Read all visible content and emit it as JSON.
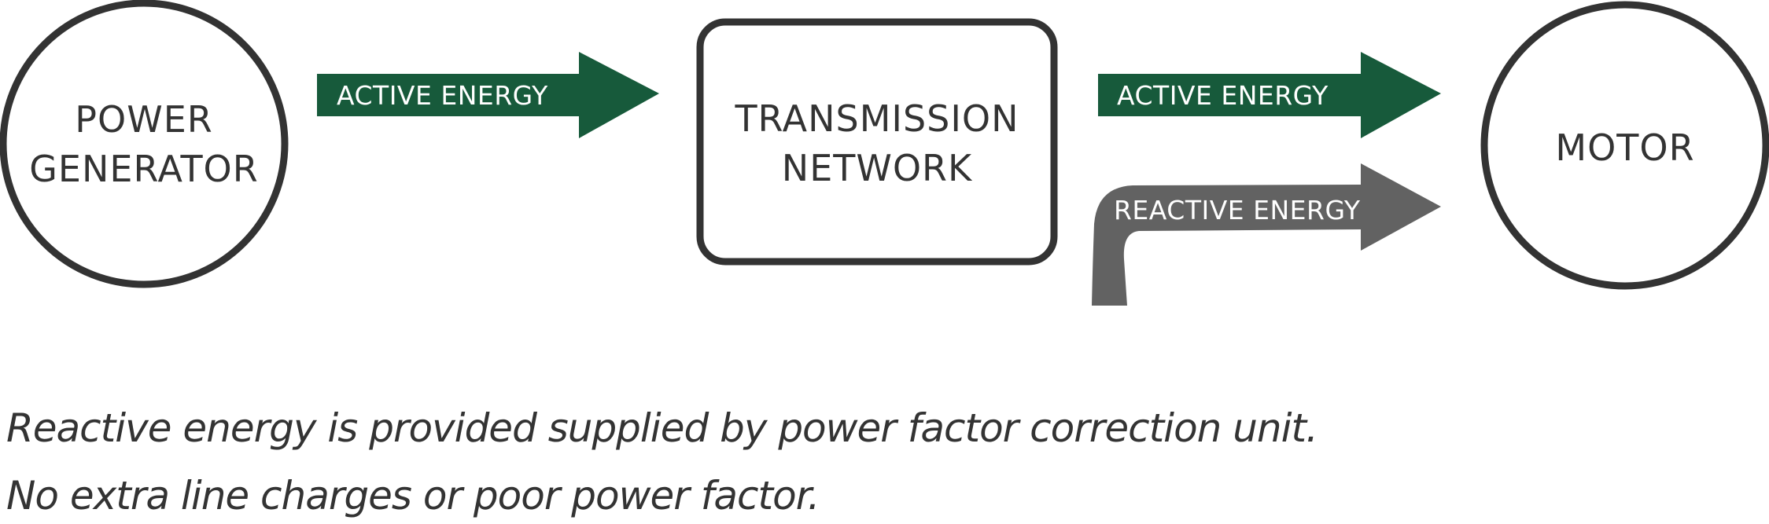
{
  "nodes": {
    "generator": {
      "line1": "POWER",
      "line2": "GENERATOR"
    },
    "network": {
      "line1": "TRANSMISSION",
      "line2": "NETWORK"
    },
    "motor": {
      "label": "MOTOR"
    }
  },
  "arrows": {
    "active_1": {
      "label": "ACTIVE ENERGY"
    },
    "active_2": {
      "label": "ACTIVE ENERGY"
    },
    "reactive": {
      "label": "REACTIVE ENERGY"
    }
  },
  "caption": {
    "line1": "Reactive energy is provided  supplied by power factor correction unit.",
    "line2": "No extra line charges or poor power factor."
  },
  "colors": {
    "outline": "#333333",
    "active_arrow": "#175a3b",
    "reactive_arrow": "#626262"
  }
}
